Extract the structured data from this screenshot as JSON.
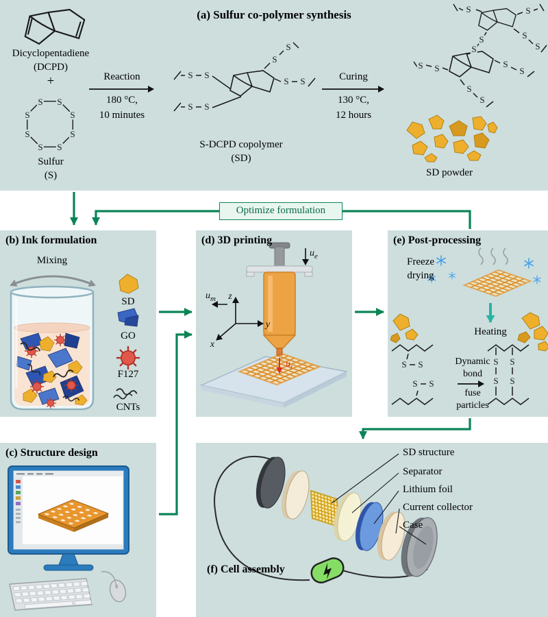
{
  "colors": {
    "panel_bg": "#cddedd",
    "arrow_green": "#0c8457",
    "accent_orange": "#e8962e",
    "powder_yellow": "#eeb02c",
    "teal_arrow": "#2ab3a3",
    "lithium_blue": "#6b9ade",
    "battery_green": "#86dd66",
    "go_blue": "#2e55b2",
    "f127_red": "#e0584a"
  },
  "atoms": {
    "S": "S"
  },
  "panel_a": {
    "title": "(a) Sulfur co-polymer synthesis",
    "reactant1_name": "Dicyclopentadiene",
    "reactant1_abbr": "(DCPD)",
    "plus_sign": "+",
    "reactant2_name": "Sulfur",
    "reactant2_abbr": "(S)",
    "step1_label": "Reaction",
    "step1_cond1": "180 °C,",
    "step1_cond2": "10 minutes",
    "product1_name": "S-DCPD copolymer",
    "product1_abbr": "(SD)",
    "step2_label": "Curing",
    "step2_cond1": "130 °C,",
    "step2_cond2": "12 hours",
    "product2_name": "SD powder"
  },
  "feedback": {
    "label": "Optimize formulation"
  },
  "panel_b": {
    "title": "(b) Ink formulation",
    "mixing_label": "Mixing",
    "legend": [
      {
        "label": "SD"
      },
      {
        "label": "GO"
      },
      {
        "label": "F127"
      },
      {
        "label": "CNTs"
      }
    ]
  },
  "panel_c": {
    "title": "(c) Structure design"
  },
  "panel_d": {
    "title": "(d) 3D printing",
    "axis_x": "x",
    "axis_y": "y",
    "axis_z": "z",
    "u": "u",
    "sub_m": "m",
    "sub_e": "e",
    "sub_t": "t"
  },
  "panel_e": {
    "title": "(e) Post-processing",
    "freeze_line1": "Freeze",
    "freeze_line2": "drying",
    "heating_label": "Heating",
    "dynamic_word1": "Dynamic",
    "dynamic_word2": "bond",
    "fuse_word1": "fuse",
    "fuse_word2": "particles"
  },
  "panel_f": {
    "title": "(f) Cell assembly",
    "labels": [
      {
        "text": "SD structure"
      },
      {
        "text": "Separator"
      },
      {
        "text": "Lithium foil"
      },
      {
        "text": "Current collector"
      },
      {
        "text": "Case"
      }
    ]
  }
}
